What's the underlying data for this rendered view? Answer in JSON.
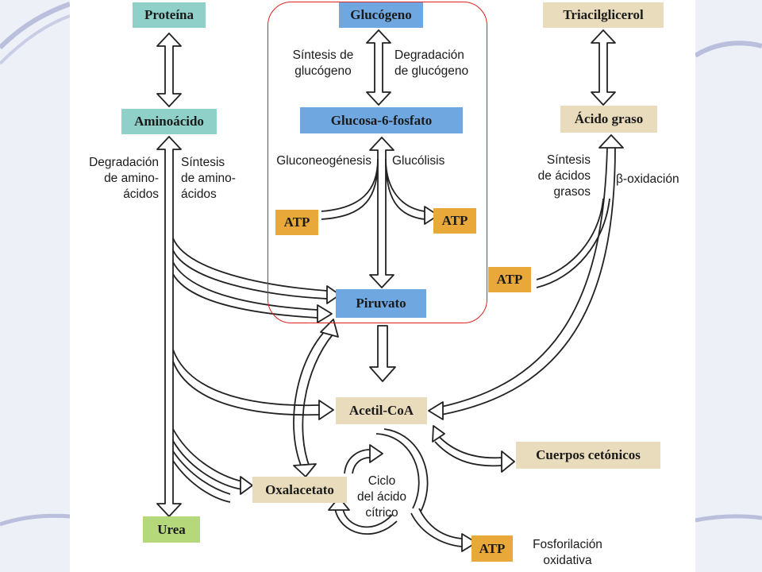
{
  "boxes": {
    "proteina": "Proteína",
    "aminoacido": "Aminoácido",
    "glucogeno": "Glucógeno",
    "glucosa6p": "Glucosa-6-fosfato",
    "triacilglicerol": "Triacilglicerol",
    "acido_graso": "Ácido graso",
    "atp_left": "ATP",
    "atp_mid": "ATP",
    "atp_right": "ATP",
    "atp_bottom": "ATP",
    "piruvato": "Piruvato",
    "acetil_coa": "Acetil-CoA",
    "cuerpos_cetonicos": "Cuerpos cetónicos",
    "oxalacetato": "Oxalacetato",
    "urea": "Urea"
  },
  "labels": {
    "sintesis_glucogeno": [
      "Síntesis de",
      "glucógeno"
    ],
    "degradacion_glucogeno": [
      "Degradación",
      "de glucógeno"
    ],
    "degradacion_aminoacidos": [
      "Degradación",
      "de amino-",
      "ácidos"
    ],
    "sintesis_aminoacidos": [
      "Síntesis",
      "de amino-",
      "ácidos"
    ],
    "gluconeogenesis": "Gluconeogénesis",
    "glucolisis": "Glucólisis",
    "sintesis_acidos_grasos": [
      "Síntesis",
      "de ácidos",
      "grasos"
    ],
    "beta_oxidacion": "β-oxidación",
    "ciclo_acido_citrico": [
      "Ciclo",
      "del ácido",
      "cítrico"
    ],
    "fosforilacion_oxidativa": [
      "Fosforilación",
      "oxidativa"
    ]
  },
  "colors": {
    "protein_box": "#8fd1c9",
    "carb_box": "#6fa8e0",
    "lipid_box": "#e9dcbd",
    "atp_box": "#e9a93a",
    "urea_box": "#b5d97a",
    "highlight_border": "#e02020"
  }
}
